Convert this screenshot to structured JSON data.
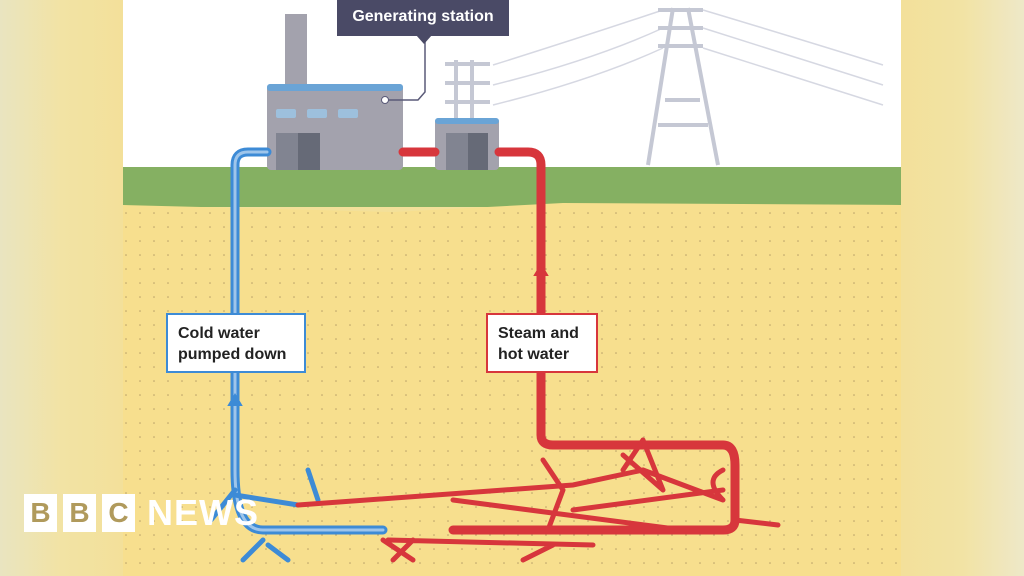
{
  "callouts": {
    "generating_station": "Generating station",
    "cold_water": "Cold water\npumped down",
    "hot_water": "Steam and\nhot water"
  },
  "logo": {
    "letters": [
      "B",
      "B",
      "C"
    ],
    "word": "NEWS"
  },
  "colors": {
    "cold": "#3d8bd6",
    "hot": "#d7363c",
    "grass": "#85b062",
    "ground": "#f7df8e",
    "label_bg": "#4a4a66"
  }
}
